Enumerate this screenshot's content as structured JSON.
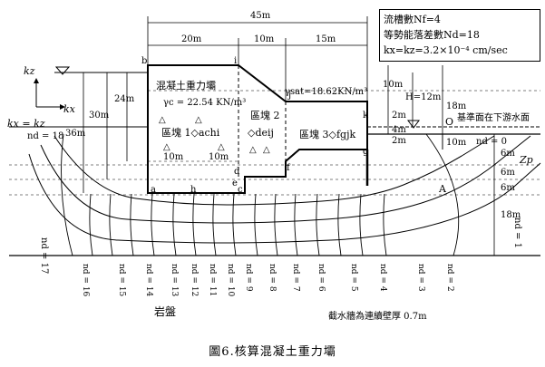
{
  "caption": "圖6.核算混凝土重力壩",
  "info": {
    "flow_channels": "流槽數Nf=4",
    "equipotential_drops": "等勢能落差數Nd=18",
    "permeability": "kx=kz=3.2×10⁻⁴ cm/sec"
  },
  "dims": {
    "total_width": "45m",
    "w_block1": "20m",
    "w_block2": "10m",
    "w_block3": "15m",
    "base_left": "10m",
    "base_mid": "10m",
    "h_36": "36m",
    "h_30": "30m",
    "h_24": "24m",
    "h_10": "10m",
    "h_12": "H=12m",
    "h_18": "18m",
    "h_2a": "2m",
    "h_4": "4m",
    "h_2b": "2m",
    "h_10b": "10m",
    "d_6a": "6m",
    "d_6b": "6m",
    "d_6c": "6m",
    "d_18": "18m",
    "zp": "Zp"
  },
  "labels": {
    "dam_name": "混凝土重力壩",
    "gamma_c": "γc = 22.54 KN/m³",
    "gamma_sat": "γsat=18.62KN/m³",
    "block1": "區塊 1◇achi",
    "block2": "區塊 2",
    "block2b": "◇deij",
    "block3": "區塊 3◇fgjk",
    "datum": "基準面在下游水面",
    "kz": "kz",
    "kx": "kx",
    "kxkz": "kx = kz",
    "nd18_top": "nd = 18",
    "nd0": "nd = 0",
    "nd17": "nd = 17",
    "nd1": "nd = 1",
    "bedrock": "岩盤",
    "cutoff": "截水牆為連續壁厚 0.7m",
    "pt_O": "O",
    "pt_A": "A"
  },
  "points": [
    "a",
    "b",
    "c",
    "d",
    "e",
    "f",
    "g",
    "h",
    "i",
    "j",
    "k"
  ],
  "bottom_nd": [
    "nd = 16",
    "nd = 15",
    "nd = 14",
    "nd = 13",
    "nd = 12",
    "nd = 11",
    "nd = 10",
    "nd = 9",
    "nd = 8",
    "nd = 7",
    "nd = 6",
    "nd = 5",
    "nd = 4",
    "nd = 3",
    "nd = 2"
  ]
}
